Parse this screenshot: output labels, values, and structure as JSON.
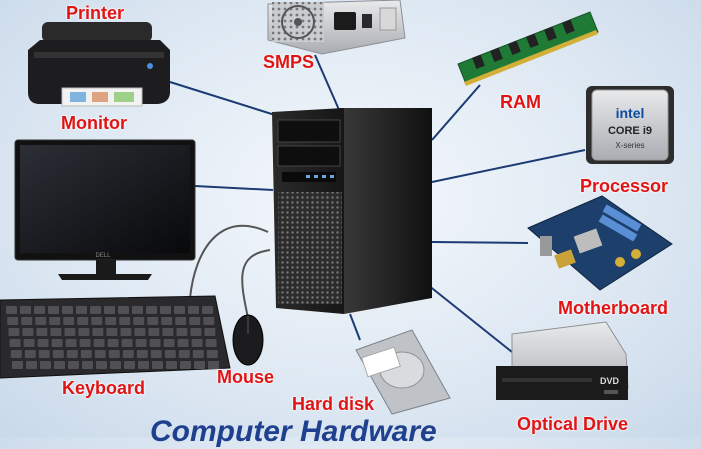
{
  "labels": {
    "printer": "Printer",
    "smps": "SMPS",
    "ram": "RAM",
    "monitor": "Monitor",
    "processor": "Processor",
    "motherboard": "Motherboard",
    "keyboard": "Keyboard",
    "mouse": "Mouse",
    "hard_disk": "Hard disk",
    "optical_drive": "Optical Drive"
  },
  "title": "Computer Hardware",
  "cpu_badge": {
    "brand": "intel",
    "line": "CORE i9",
    "series": "X-series"
  },
  "dvd_badge": "DVD",
  "colors": {
    "label": "#e01414",
    "title": "#1f3f8f",
    "connector": "#1c3a73",
    "cable": "#555555"
  }
}
